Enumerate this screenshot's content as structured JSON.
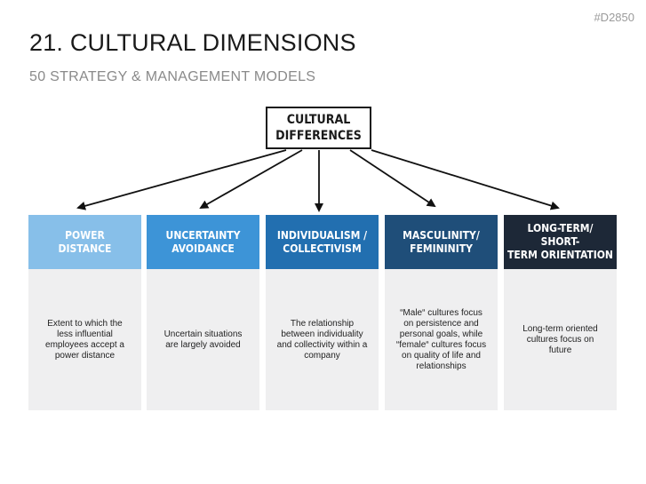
{
  "slide_id": "#D2850",
  "title": "21. CULTURAL DIMENSIONS",
  "subtitle": "50 STRATEGY & MANAGEMENT MODELS",
  "root": {
    "label": "CULTURAL\nDIFFERENCES"
  },
  "dimensions": [
    {
      "heading": "POWER\nDISTANCE",
      "description": "Extent to which the less influential employees accept a power distance",
      "color": "#87bfe9"
    },
    {
      "heading": "UNCERTAINTY\nAVOIDANCE",
      "description": "Uncertain situations are largely avoided",
      "color": "#3d94d7"
    },
    {
      "heading": "INDIVIDUALISM  /\nCOLLECTIVISM",
      "description": "The relationship between individuality and collectivity within a company",
      "color": "#226fb0"
    },
    {
      "heading": "MASCULINITY/\nFEMININITY",
      "description": "“Male“ cultures focus on persistence and personal goals, while “female“ cultures focus on quality of life and relationships",
      "color": "#1f4e79"
    },
    {
      "heading": "LONG-TERM/ SHORT-\nTERM ORIENTATION",
      "description": "Long-term oriented cultures focus on future",
      "color": "#1d2837"
    }
  ]
}
